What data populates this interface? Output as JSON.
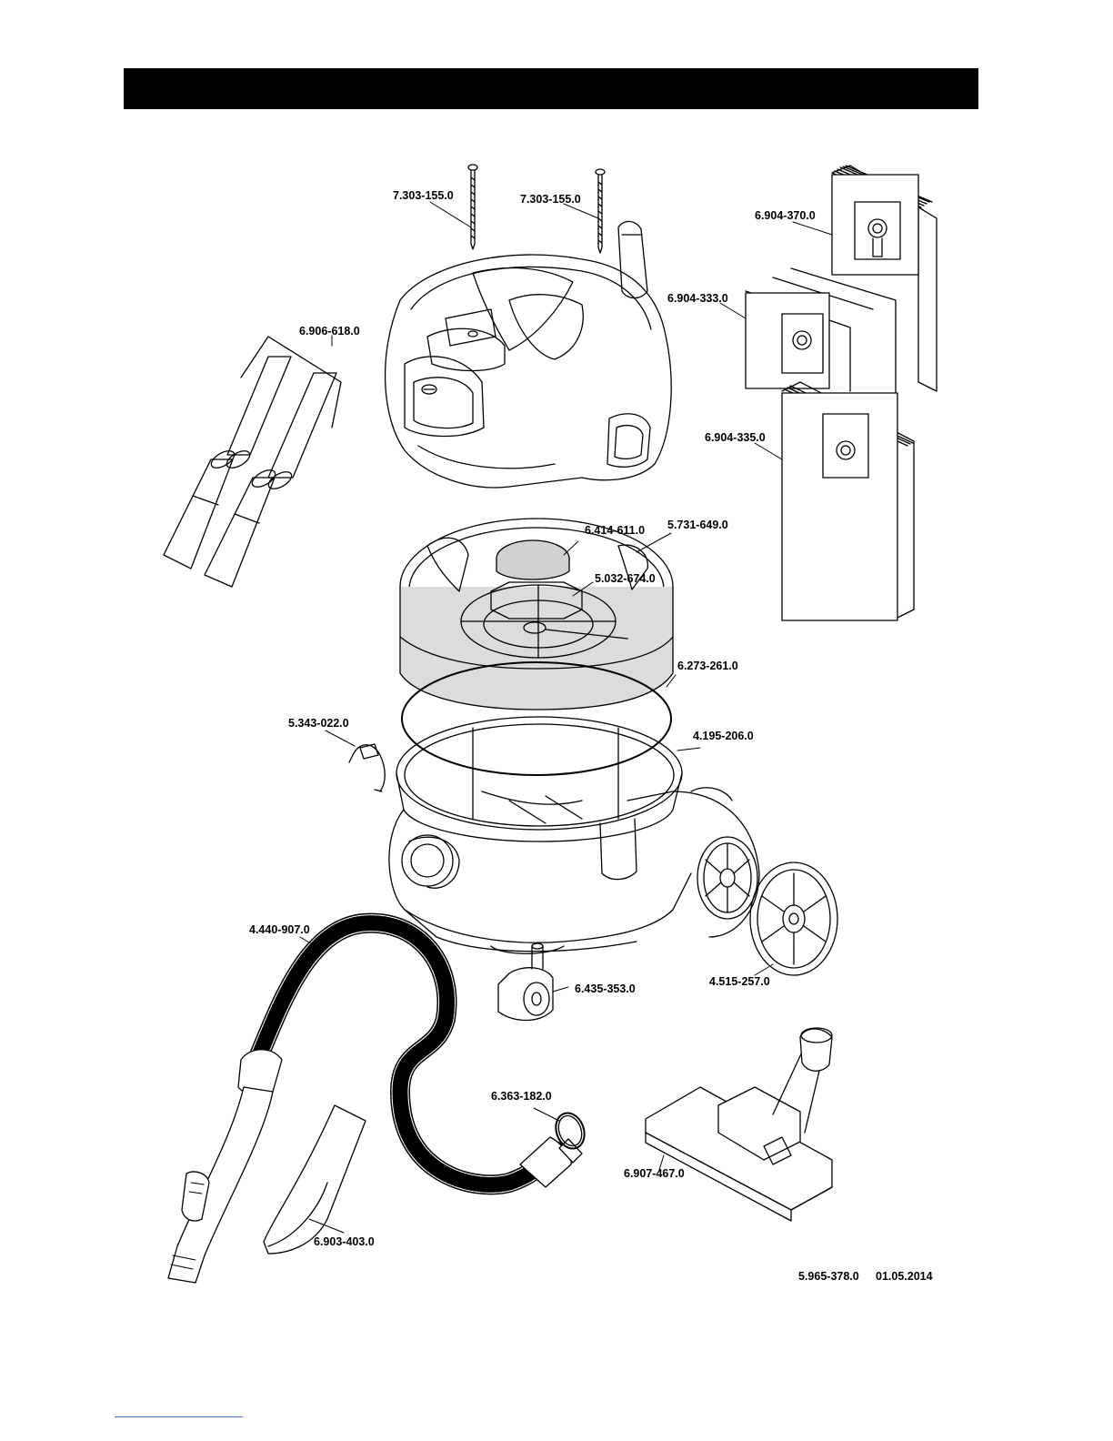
{
  "header": {
    "title": ""
  },
  "parts": [
    {
      "id": "screw-left",
      "number": "7.303-155.0"
    },
    {
      "id": "screw-right",
      "number": "7.303-155.0"
    },
    {
      "id": "bag-back",
      "number": "6.904-370.0"
    },
    {
      "id": "bag-middle",
      "number": "6.904-333.0"
    },
    {
      "id": "bag-front",
      "number": "6.904-335.0"
    },
    {
      "id": "tube-set",
      "number": "6.906-618.0"
    },
    {
      "id": "filter-disc",
      "number": "6.414-611.0"
    },
    {
      "id": "filter-basket",
      "number": "5.731-649.0"
    },
    {
      "id": "filter-holder",
      "number": "5.032-674.0"
    },
    {
      "id": "gasket-ring",
      "number": "6.273-261.0"
    },
    {
      "id": "clip",
      "number": "5.343-022.0"
    },
    {
      "id": "tank",
      "number": "4.195-206.0"
    },
    {
      "id": "hose",
      "number": "4.440-907.0"
    },
    {
      "id": "castor",
      "number": "6.435-353.0"
    },
    {
      "id": "wheel",
      "number": "4.515-257.0"
    },
    {
      "id": "o-ring",
      "number": "6.363-182.0"
    },
    {
      "id": "floor-nozzle",
      "number": "6.907-467.0"
    },
    {
      "id": "crevice-nozzle",
      "number": "6.903-403.0"
    }
  ],
  "footer": {
    "doc_number": "5.965-378.0",
    "date": "01.05.2014"
  }
}
